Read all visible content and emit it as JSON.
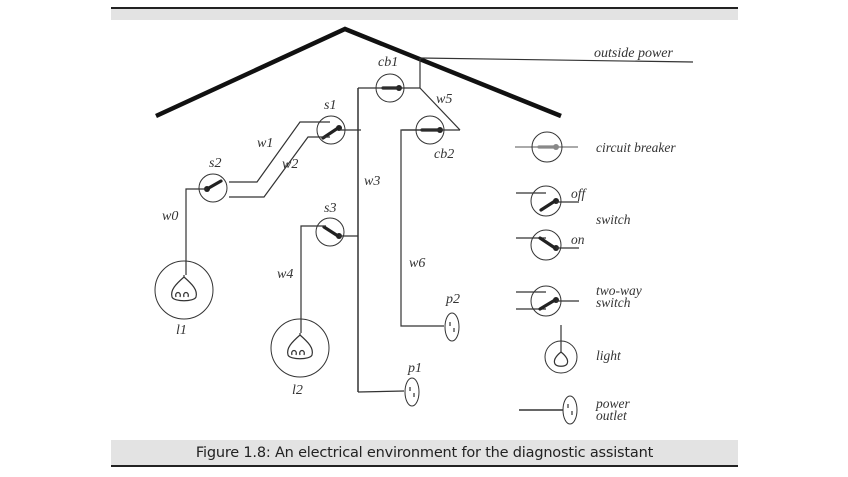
{
  "figure": {
    "caption": "Figure 1.8: An electrical environment for the diagnostic assistant",
    "labels": {
      "outside_power": "outside power",
      "cb1": "cb1",
      "cb2": "cb2",
      "s1": "s1",
      "s2": "s2",
      "s3": "s3",
      "w0": "w0",
      "w1": "w1",
      "w2": "w2",
      "w3": "w3",
      "w4": "w4",
      "w5": "w5",
      "w6": "w6",
      "l1": "l1",
      "l2": "l2",
      "p1": "p1",
      "p2": "p2"
    },
    "legend": {
      "circuit_breaker": "circuit breaker",
      "switch_off": "off",
      "switch": "switch",
      "switch_on": "on",
      "two_way_line1": "two-way",
      "two_way_line2": "switch",
      "light": "light",
      "power_outlet_line1": "power",
      "power_outlet_line2": "outlet"
    },
    "colors": {
      "caption_bar": "#e3e3e3",
      "legend_breaker": "#888888",
      "ink": "#222222"
    }
  }
}
